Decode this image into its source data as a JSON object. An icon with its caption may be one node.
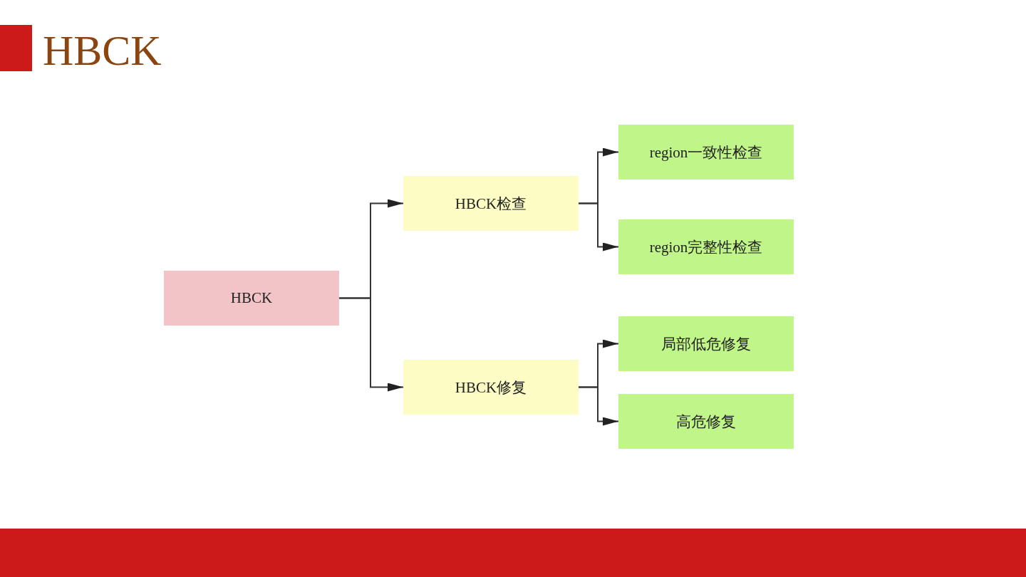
{
  "diagram": {
    "title": "HBCK",
    "nodes": [
      {
        "text": [
          "HBCK"
        ]
      },
      {
        "text": [
          "HBCK检查"
        ]
      },
      {
        "text": [
          "region一致性检查"
        ]
      },
      {
        "text": [
          "region完整性检查"
        ]
      },
      {
        "text": [
          "HBCK修复"
        ]
      },
      {
        "text": [
          "局部低危修复"
        ]
      },
      {
        "text": [
          "高危修复"
        ]
      }
    ],
    "edges": [
      {
        "from": 0,
        "to": 1,
        "arrow": "to"
      },
      {
        "from": 0,
        "to": 4,
        "arrow": "to"
      },
      {
        "from": 1,
        "to": 2,
        "arrow": "to"
      },
      {
        "from": 1,
        "to": 3,
        "arrow": "to"
      },
      {
        "from": 4,
        "to": 5,
        "arrow": "to"
      },
      {
        "from": 4,
        "to": 6,
        "arrow": "to"
      }
    ]
  }
}
